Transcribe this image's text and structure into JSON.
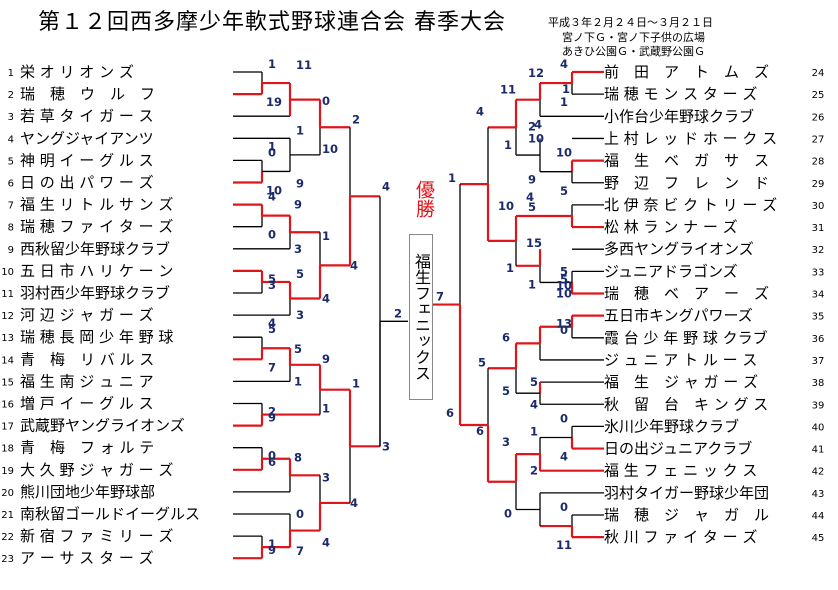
{
  "title": "第１２回西多摩少年軟式野球連合会 春季大会",
  "info": [
    "平成３年２月２４日～３月２１日",
    "宮ノ下Ｇ・宮ノ下子供の広場",
    "あきひ公園Ｇ・武蔵野公園Ｇ"
  ],
  "champion_label": "優勝",
  "champion_team": "福生フェニックス",
  "left_teams": [
    {
      "no": "1",
      "name": "栄 オ リ オ ン ズ",
      "score": "1"
    },
    {
      "no": "2",
      "name": "瑞　穂　ウ　ル　フ",
      "score": "19"
    },
    {
      "no": "3",
      "name": "若 草 タ イ ガ ー ス",
      "score": ""
    },
    {
      "no": "4",
      "name": "ヤングジャイアンツ",
      "score": "1"
    },
    {
      "no": "5",
      "name": "神 明 イ ー グ ル ス",
      "score": "0"
    },
    {
      "no": "6",
      "name": "日 の 出 パ ワ ー ズ",
      "score": "10"
    },
    {
      "no": "7",
      "name": "福 生 リ ト ル サ ン ズ",
      "score": "4"
    },
    {
      "no": "8",
      "name": "瑞 穂 フ ァ イ タ ー ズ",
      "score": "0"
    },
    {
      "no": "9",
      "name": "西秋留少年野球クラブ",
      "score": ""
    },
    {
      "no": "10",
      "name": "五 日 市 ハ リ ケ ー ン",
      "score": "5"
    },
    {
      "no": "11",
      "name": "羽村西少年野球クラブ",
      "score": "3"
    },
    {
      "no": "12",
      "name": "河 辺 ジ ャ ガ ー ズ",
      "score": "4"
    },
    {
      "no": "13",
      "name": "瑞 穂 長 岡 少 年 野 球",
      "score": "5"
    },
    {
      "no": "14",
      "name": "青　梅　リ バ ル ス",
      "score": "7"
    },
    {
      "no": "15",
      "name": "福 生 南 ジ ュ ニ ア",
      "score": ""
    },
    {
      "no": "16",
      "name": "増 戸 イ ー グ ル ス",
      "score": "2"
    },
    {
      "no": "17",
      "name": "武蔵野ヤングライオンズ",
      "score": "9"
    },
    {
      "no": "18",
      "name": "青　梅　フ ォ ル テ",
      "score": "0"
    },
    {
      "no": "19",
      "name": "大 久 野 ジ ャ ガ ー ズ",
      "score": "6"
    },
    {
      "no": "20",
      "name": "熊川団地少年野球部",
      "score": ""
    },
    {
      "no": "21",
      "name": "南秋留ゴールドイーグルス",
      "score": ""
    },
    {
      "no": "22",
      "name": "新 宿 フ ァ ミ リ ー ズ",
      "score": "1"
    },
    {
      "no": "23",
      "name": "ア ー サ ス タ ー ズ",
      "score": "9"
    }
  ],
  "right_teams": [
    {
      "no": "24",
      "name": "前　田　ア　ト　ム　ズ",
      "score": "4"
    },
    {
      "no": "25",
      "name": "瑞 穂 モ ン ス タ ー ズ",
      "score": "1"
    },
    {
      "no": "26",
      "name": "小作台少年野球クラブ",
      "score": ""
    },
    {
      "no": "27",
      "name": "上 村 レ ッ ド ホ ー ク ス",
      "score": ""
    },
    {
      "no": "28",
      "name": "福　生　ベ　ガ　サ　ス",
      "score": "10"
    },
    {
      "no": "29",
      "name": "野　辺　フ　レ　ン　ド",
      "score": "5"
    },
    {
      "no": "30",
      "name": "北 伊 奈 ビ ク ト リ ー ズ",
      "score": ""
    },
    {
      "no": "31",
      "name": "松 林 ラ ン ナ ー ズ",
      "score": ""
    },
    {
      "no": "32",
      "name": "多西ヤングライオンズ",
      "score": ""
    },
    {
      "no": "33",
      "name": "ジュニアドラゴンズ",
      "score": "5"
    },
    {
      "no": "34",
      "name": "瑞　穂　ベ　ア　ー　ズ",
      "score": "10"
    },
    {
      "no": "35",
      "name": "五日市キングパワーズ",
      "score": "13"
    },
    {
      "no": "36",
      "name": "霞 台 少 年 野 球 クラブ",
      "score": "0"
    },
    {
      "no": "37",
      "name": "ジ ュ ニ ア ト ル ー ス",
      "score": ""
    },
    {
      "no": "38",
      "name": "福　生　ジ ャ ガ ー ズ",
      "score": ""
    },
    {
      "no": "39",
      "name": "秋　留　台　キ ン グ ス",
      "score": ""
    },
    {
      "no": "40",
      "name": "氷川少年野球クラブ",
      "score": "0"
    },
    {
      "no": "41",
      "name": "日の出ジュニアクラブ",
      "score": "4"
    },
    {
      "no": "42",
      "name": "福 生 フ ェ ニ ッ ク ス",
      "score": ""
    },
    {
      "no": "43",
      "name": "羽村タイガー野球少年団",
      "score": ""
    },
    {
      "no": "44",
      "name": "瑞　穂　ジ　ャ　ガ　ル",
      "score": "0"
    },
    {
      "no": "45",
      "name": "秋 川 フ ァ イ タ ー ズ",
      "score": "11"
    }
  ],
  "left_scores": [
    {
      "id": "l_a",
      "text": "11"
    },
    {
      "id": "l_b",
      "text": "0"
    },
    {
      "id": "l_c",
      "text": "1"
    },
    {
      "id": "l_d",
      "text": "9"
    },
    {
      "id": "l_e",
      "text": "10"
    },
    {
      "id": "l_f",
      "text": "2"
    },
    {
      "id": "l_g",
      "text": "9"
    },
    {
      "id": "l_h",
      "text": "3"
    },
    {
      "id": "l_i",
      "text": "1"
    },
    {
      "id": "l_j",
      "text": "4"
    },
    {
      "id": "l_k",
      "text": "5"
    },
    {
      "id": "l_l",
      "text": "3"
    },
    {
      "id": "l_m",
      "text": "4"
    },
    {
      "id": "l_n",
      "text": "4"
    },
    {
      "id": "l_o",
      "text": "5"
    },
    {
      "id": "l_p",
      "text": "1"
    },
    {
      "id": "l_q",
      "text": "9"
    },
    {
      "id": "l_r",
      "text": "1"
    },
    {
      "id": "l_s",
      "text": "1"
    },
    {
      "id": "l_t",
      "text": "8"
    },
    {
      "id": "l_u",
      "text": "3"
    },
    {
      "id": "l_v",
      "text": "0"
    },
    {
      "id": "l_w",
      "text": "4"
    },
    {
      "id": "l_x",
      "text": "7"
    },
    {
      "id": "l_y",
      "text": "4"
    },
    {
      "id": "l_z",
      "text": "3"
    },
    {
      "id": "l_fin",
      "text": "2"
    }
  ],
  "right_scores": [
    {
      "id": "r_a",
      "text": "12"
    },
    {
      "id": "r_b",
      "text": "1"
    },
    {
      "id": "r_c",
      "text": "2"
    },
    {
      "id": "r_d",
      "text": "11"
    },
    {
      "id": "r_e",
      "text": "4"
    },
    {
      "id": "r_f",
      "text": "10"
    },
    {
      "id": "r_g",
      "text": "9"
    },
    {
      "id": "r_h",
      "text": "1"
    },
    {
      "id": "r_i",
      "text": "4"
    },
    {
      "id": "r_j",
      "text": "5"
    },
    {
      "id": "r_k",
      "text": "10"
    },
    {
      "id": "r_l",
      "text": "15"
    },
    {
      "id": "r_m",
      "text": "1"
    },
    {
      "id": "r_n",
      "text": "1"
    },
    {
      "id": "r_o",
      "text": "5"
    },
    {
      "id": "r_p",
      "text": "10"
    },
    {
      "id": "r_q",
      "text": "4"
    },
    {
      "id": "r_r",
      "text": "6"
    },
    {
      "id": "r_s",
      "text": "5"
    },
    {
      "id": "r_t",
      "text": "5"
    },
    {
      "id": "r_u",
      "text": "4"
    },
    {
      "id": "r_v",
      "text": "5"
    },
    {
      "id": "r_w",
      "text": "1"
    },
    {
      "id": "r_x",
      "text": "2"
    },
    {
      "id": "r_y",
      "text": "3"
    },
    {
      "id": "r_z",
      "text": "0"
    },
    {
      "id": "r_aa",
      "text": "6"
    },
    {
      "id": "r_bb",
      "text": "6"
    },
    {
      "id": "r_cc",
      "text": "1"
    },
    {
      "id": "r_fin",
      "text": "7"
    }
  ]
}
